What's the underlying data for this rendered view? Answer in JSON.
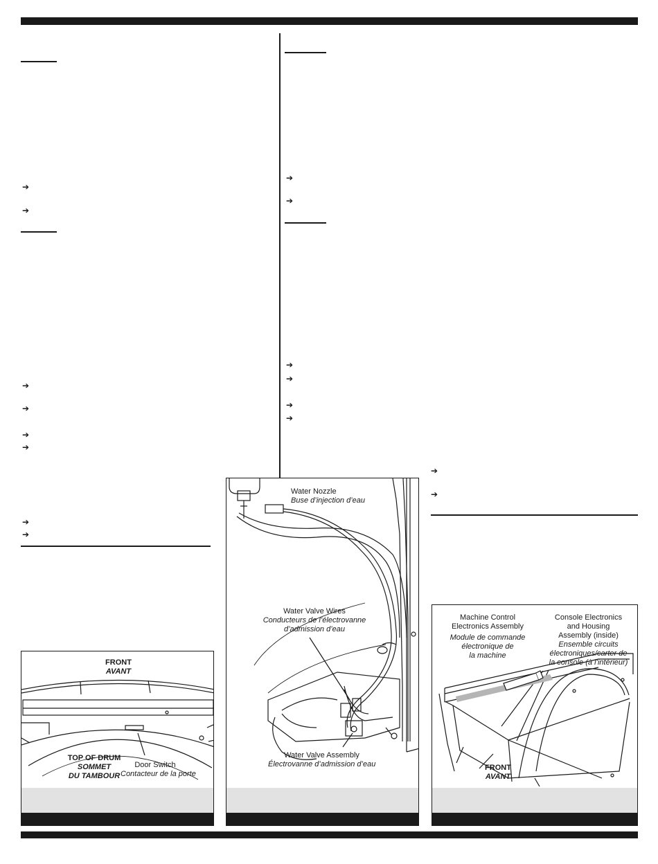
{
  "figures": {
    "fig1": {
      "front": "FRONT",
      "avant": "AVANT",
      "top_of_drum": "TOP OF DRUM",
      "sommet_line1": "SOMMET",
      "sommet_line2": "DU TAMBOUR",
      "door_switch": "Door Switch",
      "contacteur": "Contacteur de la porte"
    },
    "fig2": {
      "water_nozzle": "Water Nozzle",
      "buse": "Buse d’injection d’eau",
      "water_valve_wires": "Water Valve Wires",
      "conducteurs_line1": "Conducteurs de l’électrovanne",
      "conducteurs_line2": "d’admission d’eau",
      "water_valve_assembly": "Water Valve Assembly",
      "electrovanne": "Électrovanne d’admission d’eau"
    },
    "fig3": {
      "mc_line1": "Machine Control",
      "mc_line2": "Electronics Assembly",
      "module_line1": "Module de commande",
      "module_line2": "électronique de",
      "module_line3": "la machine",
      "ce_line1": "Console Electronics",
      "ce_line2": "and Housing",
      "ce_line3": "Assembly (inside)",
      "ens_line1": "Ensemble circuits",
      "ens_line2": "électroniques/carter de",
      "ens_line3": "la console (à l’intérieur)",
      "front": "FRONT",
      "avant": "AVANT"
    }
  }
}
